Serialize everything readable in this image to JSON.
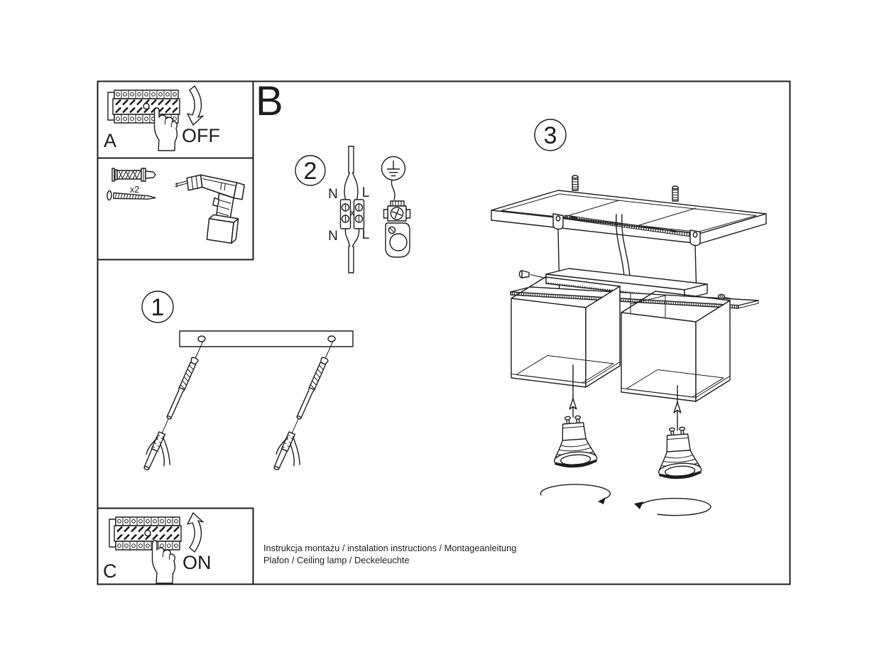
{
  "document": {
    "kind": "installation-instruction-sheet",
    "background_color": "#ffffff",
    "line_color": "#1d1d1d"
  },
  "panels": {
    "panel_a": {
      "label": "A",
      "state": "OFF"
    },
    "panel_tools": {
      "quantity": "x2"
    },
    "panel_c": {
      "label": "C",
      "state": "ON"
    }
  },
  "sections": {
    "section_b": {
      "label": "B"
    },
    "step_1": {
      "number": "1"
    },
    "step_2": {
      "number": "2",
      "wiring": {
        "top_left": "N",
        "top_right": "L",
        "bottom_left": "N",
        "bottom_right": "L"
      }
    },
    "step_3": {
      "number": "3"
    }
  },
  "footer": {
    "line_1": "Instrukcja montażu / instalation instructions / Montageanleitung",
    "line_2": "Plafon / Ceiling lamp / Deckeleuchte"
  },
  "icons": [
    "circuit-breaker-icon",
    "pointing-hand-icon",
    "curved-arrow-icon",
    "wall-plug-icon",
    "screw-icon",
    "drill-icon",
    "ground-symbol-icon",
    "terminal-block-icon",
    "ring-terminal-icon",
    "ceiling-plate-icon",
    "cube-shade-icon",
    "gu10-bulb-icon",
    "rotate-arrow-icon"
  ]
}
